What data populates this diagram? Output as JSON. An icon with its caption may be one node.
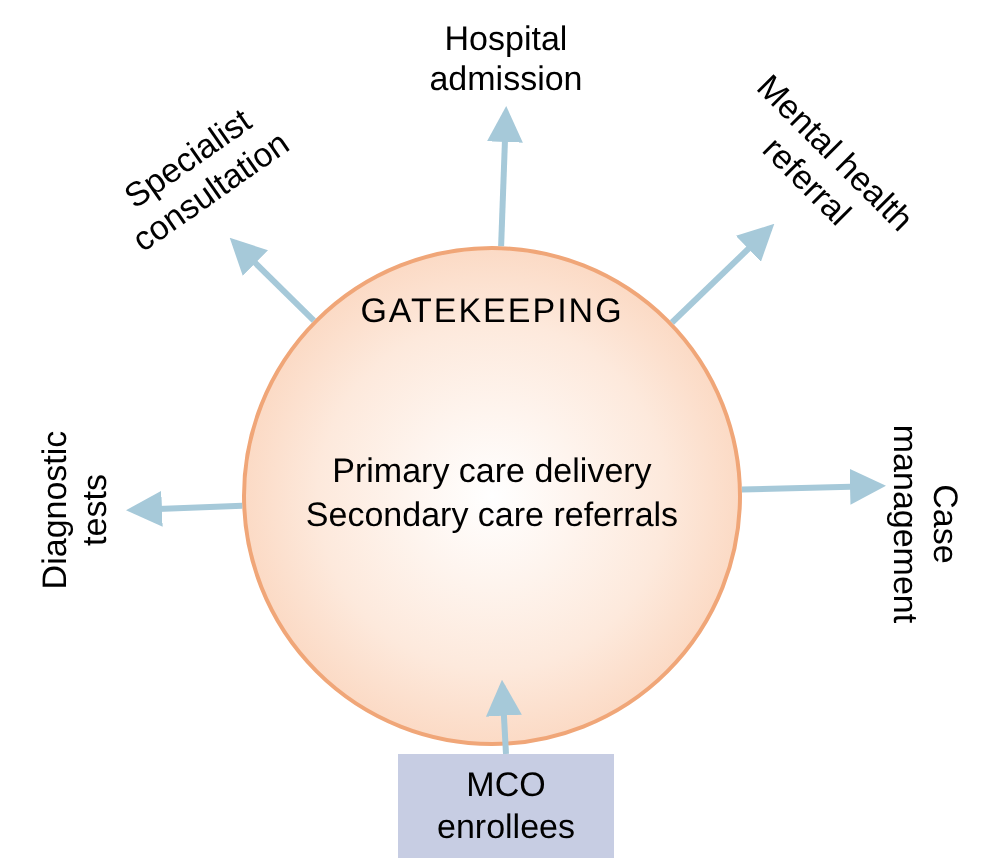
{
  "diagram": {
    "nodes": [
      {
        "text": [
          "GATEKEEPING",
          "Primary care delivery",
          "Secondary care referrals"
        ]
      },
      {
        "text": [
          "Hospital admission"
        ]
      },
      {
        "text": [
          "Specialist consultation"
        ]
      },
      {
        "text": [
          "Mental health referral"
        ]
      },
      {
        "text": [
          "Diagnostic tests"
        ]
      },
      {
        "text": [
          "Case management"
        ]
      },
      {
        "text": [
          "MCO enrollees"
        ]
      }
    ],
    "edges": [
      {
        "from": 0,
        "to": 1,
        "arrow": "to"
      },
      {
        "from": 0,
        "to": 2,
        "arrow": "to"
      },
      {
        "from": 0,
        "to": 3,
        "arrow": "to"
      },
      {
        "from": 0,
        "to": 4,
        "arrow": "to"
      },
      {
        "from": 0,
        "to": 5,
        "arrow": "to"
      },
      {
        "from": 6,
        "to": 0,
        "arrow": "to"
      }
    ]
  }
}
